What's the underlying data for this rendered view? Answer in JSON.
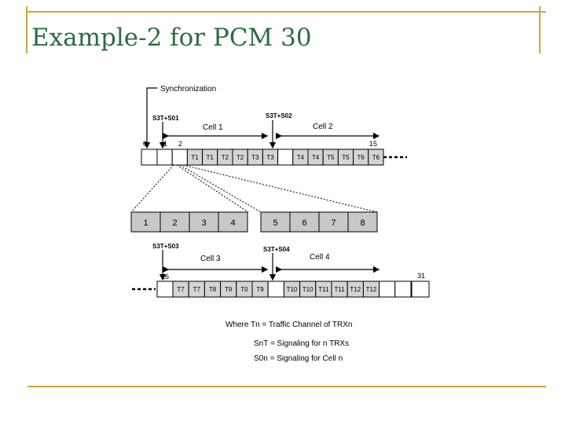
{
  "title": "Example-2 for PCM 30",
  "sync_label": "Synchronization",
  "row1": {
    "s1": "S3T+S01",
    "s2": "S3T+S02",
    "cell_a": "Cell 1",
    "cell_b": "Cell 2",
    "idx": [
      "0",
      "1",
      "2",
      "15"
    ],
    "slots": [
      "",
      "",
      "T1",
      "T1",
      "T2",
      "T2",
      "T3",
      "T3",
      "",
      "T4",
      "T4",
      "T5",
      "T5",
      "T6",
      "T6"
    ]
  },
  "exp1": [
    "1",
    "2",
    "3",
    "4"
  ],
  "exp2": [
    "5",
    "6",
    "7",
    "8"
  ],
  "row2": {
    "s1": "S3T+S03",
    "s2": "S3T+S04",
    "cell_a": "Cell 3",
    "cell_b": "Cell 4",
    "idx": [
      "16",
      "31"
    ],
    "slots": [
      "T7",
      "T7",
      "T8",
      "T9",
      "T0",
      "T9",
      "",
      "T10",
      "T10",
      "T11",
      "T11",
      "T12",
      "T12",
      "",
      ""
    ]
  },
  "legend": [
    "Where Tn = Traffic Channel of TRXn",
    "SnT = Signaling for n TRXs",
    "S0n = Signaling for Cell n"
  ]
}
